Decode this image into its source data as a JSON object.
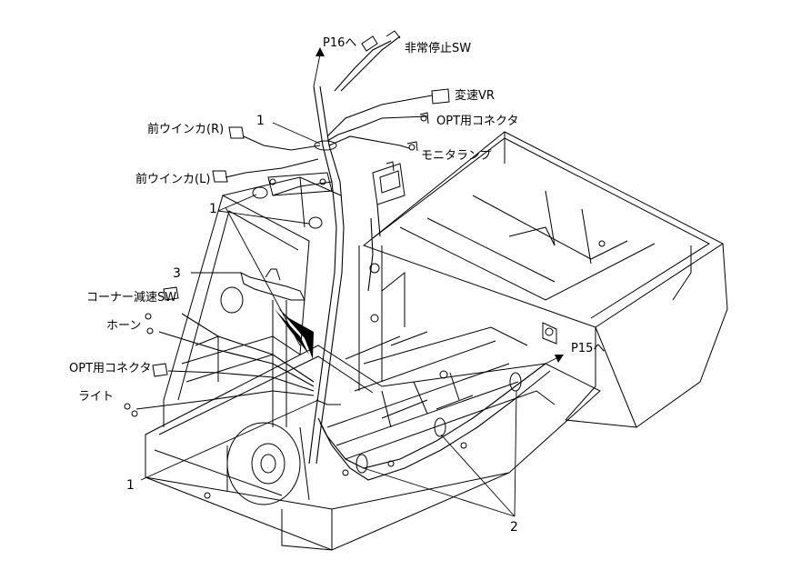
{
  "labels": {
    "p16": "P16へ",
    "estop": "非常停止SW",
    "speed_vr": "変速VR",
    "opt_connector_top": "OPT用コネクタ",
    "monitor_lamp": "モニタランプ",
    "front_winker_r": "前ウインカ(R)",
    "front_winker_l": "前ウインカ(L)",
    "corner_decel_sw": "コーナー減速SW",
    "horn": "ホーン",
    "opt_connector_left": "OPT用コネクタ",
    "light": "ライト",
    "p15": "P15へ"
  },
  "callouts": {
    "c1_top": "1",
    "c1_mid": "1",
    "c1_bottom": "1",
    "c2": "2",
    "c3": "3"
  },
  "colors": {
    "line": "#000000",
    "background": "#ffffff"
  }
}
